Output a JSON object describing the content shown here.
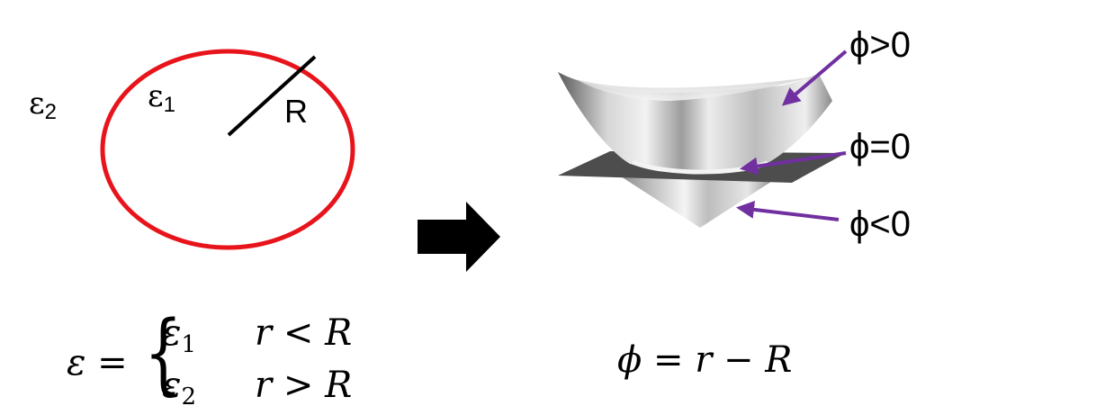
{
  "circle": {
    "inner_label": "ε",
    "inner_sub": "1",
    "outer_label": "ε",
    "outer_sub": "2",
    "radius_label": "R",
    "circle_color": "#e8141b"
  },
  "surface": {
    "labels": [
      {
        "text": "ϕ>0"
      },
      {
        "text": "ϕ=0"
      },
      {
        "text": "ϕ<0"
      }
    ],
    "arrow_color": "#7030a0"
  },
  "equations": {
    "epsilon_lhs": "ε =",
    "case1_sym": "ε",
    "case1_sub": "1",
    "case1_cond": "r < R",
    "case2_sym": "ε",
    "case2_sub": "2",
    "case2_cond": "r > R",
    "phi_eq": "ϕ = r − R"
  }
}
